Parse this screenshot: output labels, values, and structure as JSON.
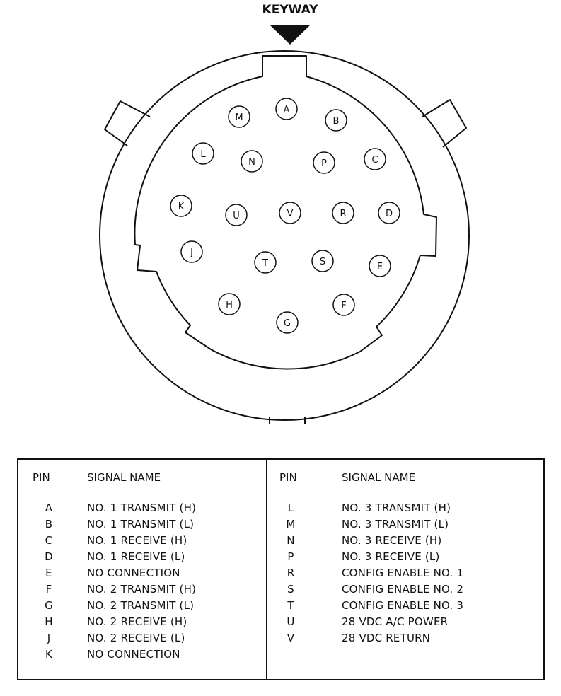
{
  "keyway_label": "KEYWAY",
  "pins": [
    {
      "letter": "A"
    },
    {
      "letter": "B"
    },
    {
      "letter": "C"
    },
    {
      "letter": "D"
    },
    {
      "letter": "E"
    },
    {
      "letter": "F"
    },
    {
      "letter": "G"
    },
    {
      "letter": "H"
    },
    {
      "letter": "J"
    },
    {
      "letter": "K"
    },
    {
      "letter": "L"
    },
    {
      "letter": "M"
    },
    {
      "letter": "N"
    },
    {
      "letter": "P"
    },
    {
      "letter": "R"
    },
    {
      "letter": "S"
    },
    {
      "letter": "T"
    },
    {
      "letter": "U"
    },
    {
      "letter": "V"
    }
  ],
  "table": {
    "headers": {
      "pin_left": "PIN",
      "signal_left": "SIGNAL NAME",
      "pin_right": "PIN",
      "signal_right": "SIGNAL NAME"
    },
    "left_rows": [
      {
        "pin": "A",
        "signal": "NO. 1 TRANSMIT (H)"
      },
      {
        "pin": "B",
        "signal": "NO. 1 TRANSMIT (L)"
      },
      {
        "pin": "C",
        "signal": "NO. 1 RECEIVE (H)"
      },
      {
        "pin": "D",
        "signal": "NO. 1 RECEIVE (L)"
      },
      {
        "pin": "E",
        "signal": "NO CONNECTION"
      },
      {
        "pin": "F",
        "signal": "NO. 2 TRANSMIT (H)"
      },
      {
        "pin": "G",
        "signal": "NO. 2 TRANSMIT (L)"
      },
      {
        "pin": "H",
        "signal": "NO. 2 RECEIVE (H)"
      },
      {
        "pin": "J",
        "signal": "NO. 2 RECEIVE (L)"
      },
      {
        "pin": "K",
        "signal": "NO CONNECTION"
      }
    ],
    "right_rows": [
      {
        "pin": "L",
        "signal": "NO. 3 TRANSMIT (H)"
      },
      {
        "pin": "M",
        "signal": "NO. 3 TRANSMIT (L)"
      },
      {
        "pin": "N",
        "signal": "NO. 3 RECEIVE (H)"
      },
      {
        "pin": "P",
        "signal": "NO. 3 RECEIVE (L)"
      },
      {
        "pin": "R",
        "signal": "CONFIG ENABLE NO. 1"
      },
      {
        "pin": "S",
        "signal": "CONFIG ENABLE NO. 2"
      },
      {
        "pin": "T",
        "signal": "CONFIG ENABLE NO. 3"
      },
      {
        "pin": "U",
        "signal": "28 VDC A/C POWER"
      },
      {
        "pin": "V",
        "signal": "28 VDC RETURN"
      }
    ]
  }
}
